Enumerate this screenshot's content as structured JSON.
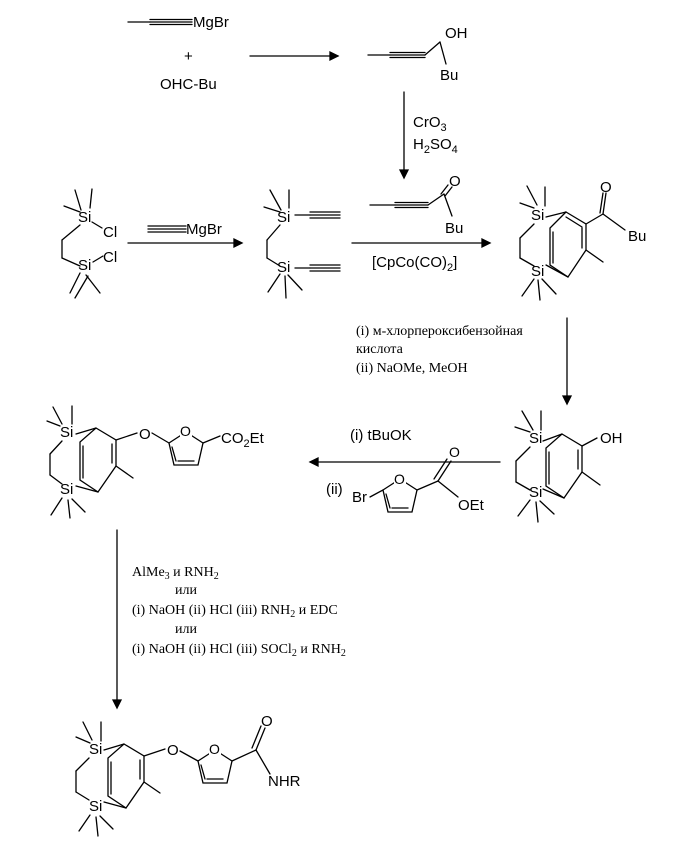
{
  "reagents": {
    "grignard": "MgBr",
    "grignard_plus": "+",
    "aldehyde": "OHC-Bu",
    "alcohol_oh": "OH",
    "alcohol_bu": "Bu",
    "oxidant_1": "CrO",
    "oxidant_1_sub": "3",
    "oxidant_2_a": "H",
    "oxidant_2_sub1": "2",
    "oxidant_2_b": "SO",
    "oxidant_2_sub2": "4",
    "ynone_o": "O",
    "ynone_bu": "Bu",
    "si_label": "Si",
    "cl_label": "Cl",
    "grignard_2": "MgBr",
    "catalyst_a": "[CpCo(CO)",
    "catalyst_sub": "2",
    "catalyst_b": "]",
    "ketone_o": "O",
    "ketone_bu": "Bu",
    "oxidation_step1": "(i) м-хлорпероксибензойная",
    "oxidation_step1b": "кислота",
    "oxidation_step2": "(ii) NaOMe, MeOH",
    "phenol_oh": "OH",
    "coupling_step1": "(i) tBuOK",
    "coupling_step2": "(ii)",
    "bromofuran_br": "Br",
    "bromofuran_o_ring": "O",
    "bromofuran_o": "O",
    "bromofuran_oet": "OEt",
    "ether_o": "O",
    "furan_o": "O",
    "ester_a": "CO",
    "ester_sub": "2",
    "ester_b": "Et",
    "amide_cond_1a": "AlMe",
    "amide_cond_1sub": "3",
    "amide_cond_1b": " и RNH",
    "amide_cond_1sub2": "2",
    "or_1": "или",
    "amide_cond_2a": "(i) NaOH (ii) HCl (iii) RNH",
    "amide_cond_2sub": "2",
    "amide_cond_2b": " и EDC",
    "or_2": "или",
    "amide_cond_3a": "(i) NaOH (ii) HCl (iii) SOCl",
    "amide_cond_3sub": "2",
    "amide_cond_3b": " и RNH",
    "amide_cond_3sub2": "2",
    "product_o_ether": "O",
    "product_o_furan": "O",
    "product_o_carbonyl": "O",
    "product_nhr": "NHR"
  }
}
